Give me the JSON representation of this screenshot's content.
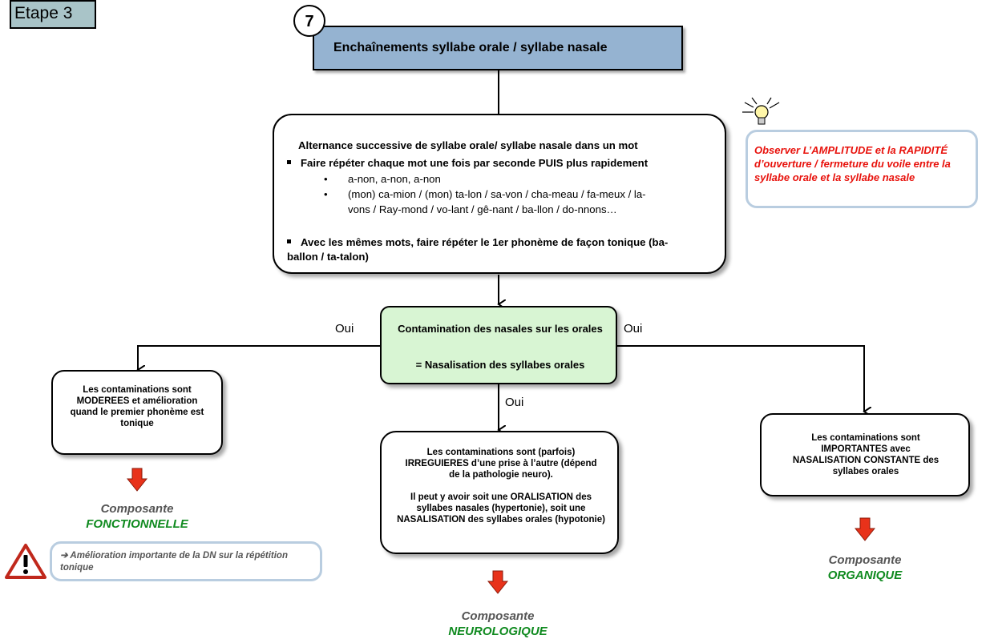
{
  "etape": "Etape 3",
  "step_number": "7",
  "title": "Enchaînements syllabe orale / syllabe nasale",
  "main": {
    "heading": "Alternance successive de syllabe orale/ syllabe nasale dans un mot",
    "bullet1": "Faire répéter chaque mot une fois par seconde PUIS plus rapidement",
    "sub1": "a-non, a-non, a-non",
    "sub2_line1": "(mon) ca-mion / (mon) ta-lon / sa-von / cha-meau / fa-meux / la-",
    "sub2_line2": "vons / Ray-mond / vo-lant / gê-nant / ba-llon / do-nnons…",
    "bullet2": "Avec les mêmes mots, faire répéter le 1er phonème de façon tonique (ba-ballon / ta-talon)"
  },
  "tip_top": "Observer L’AMPLITUDE et la RAPIDITÉ d’ouverture / fermeture du voile entre la syllabe orale et la syllabe nasale",
  "center": {
    "line1": "Contamination des nasales sur les orales",
    "line2": "= Nasalisation des syllabes orales"
  },
  "oui_left": "Oui",
  "oui_right": "Oui",
  "oui_mid": "Oui",
  "left_box": "Les contaminations sont MODEREES et amélioration quand le premier phonème est tonique",
  "mid_box": {
    "p1": "Les contaminations sont (parfois) IRREGUIERES d’une prise à l’autre (dépend de la pathologie neuro).",
    "p2": "Il peut y avoir soit une ORALISATION des syllabes nasales (hypertonie), soit une NASALISATION des syllabes orales (hypotonie)"
  },
  "right_box": "Les contaminations sont IMPORTANTES avec NASALISATION CONSTANTE des syllabes orales",
  "comp_left": {
    "a": "Composante",
    "b": "FONCTIONNELLE"
  },
  "comp_mid": {
    "a": "Composante",
    "b": "NEUROLOGIQUE"
  },
  "comp_right": {
    "a": "Composante",
    "b": "ORGANIQUE"
  },
  "warning_note": "➔ Amélioration importante de la DN sur la répétition tonique",
  "colors": {
    "title_fill": "#95b3d1",
    "green_fill": "#d8f5d3",
    "red_arrow": "#e8321a",
    "tip_red": "#e8120c",
    "comp_green": "#0f8a1f"
  }
}
